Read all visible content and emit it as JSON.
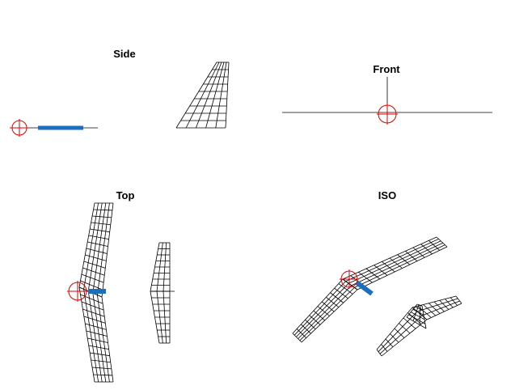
{
  "views": {
    "side": {
      "title": "Side"
    },
    "front": {
      "title": "Front"
    },
    "top": {
      "title": "Top"
    },
    "iso": {
      "title": "ISO"
    }
  },
  "colors": {
    "line": "#000000",
    "cg_marker": "#e00000",
    "body": "#1a6fbf",
    "background": "#ffffff"
  }
}
